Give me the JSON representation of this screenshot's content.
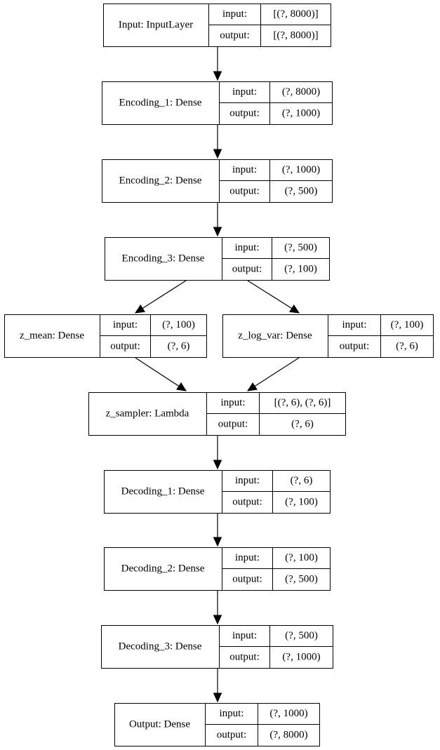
{
  "nodes": [
    {
      "id": "input",
      "name": "Input: InputLayer",
      "in_label": "input:",
      "in_value": "[(?, 8000)]",
      "out_label": "output:",
      "out_value": "[(?, 8000)]"
    },
    {
      "id": "enc1",
      "name": "Encoding_1: Dense",
      "in_label": "input:",
      "in_value": "(?, 8000)",
      "out_label": "output:",
      "out_value": "(?, 1000)"
    },
    {
      "id": "enc2",
      "name": "Encoding_2: Dense",
      "in_label": "input:",
      "in_value": "(?, 1000)",
      "out_label": "output:",
      "out_value": "(?, 500)"
    },
    {
      "id": "enc3",
      "name": "Encoding_3: Dense",
      "in_label": "input:",
      "in_value": "(?, 500)",
      "out_label": "output:",
      "out_value": "(?, 100)"
    },
    {
      "id": "zmean",
      "name": "z_mean: Dense",
      "in_label": "input:",
      "in_value": "(?, 100)",
      "out_label": "output:",
      "out_value": "(?, 6)"
    },
    {
      "id": "zlogvar",
      "name": "z_log_var: Dense",
      "in_label": "input:",
      "in_value": "(?, 100)",
      "out_label": "output:",
      "out_value": "(?, 6)"
    },
    {
      "id": "zsampler",
      "name": "z_sampler: Lambda",
      "in_label": "input:",
      "in_value": "[(?, 6), (?, 6)]",
      "out_label": "output:",
      "out_value": "(?, 6)"
    },
    {
      "id": "dec1",
      "name": "Decoding_1: Dense",
      "in_label": "input:",
      "in_value": "(?, 6)",
      "out_label": "output:",
      "out_value": "(?, 100)"
    },
    {
      "id": "dec2",
      "name": "Decoding_2: Dense",
      "in_label": "input:",
      "in_value": "(?, 100)",
      "out_label": "output:",
      "out_value": "(?, 500)"
    },
    {
      "id": "dec3",
      "name": "Decoding_3: Dense",
      "in_label": "input:",
      "in_value": "(?, 500)",
      "out_label": "output:",
      "out_value": "(?, 1000)"
    },
    {
      "id": "output",
      "name": "Output: Dense",
      "in_label": "input:",
      "in_value": "(?, 1000)",
      "out_label": "output:",
      "out_value": "(?, 8000)"
    }
  ],
  "edges": [
    {
      "from": "input",
      "to": "enc1"
    },
    {
      "from": "enc1",
      "to": "enc2"
    },
    {
      "from": "enc2",
      "to": "enc3"
    },
    {
      "from": "enc3",
      "to": "zmean"
    },
    {
      "from": "enc3",
      "to": "zlogvar"
    },
    {
      "from": "zmean",
      "to": "zsampler"
    },
    {
      "from": "zlogvar",
      "to": "zsampler"
    },
    {
      "from": "zsampler",
      "to": "dec1"
    },
    {
      "from": "dec1",
      "to": "dec2"
    },
    {
      "from": "dec2",
      "to": "dec3"
    },
    {
      "from": "dec3",
      "to": "output"
    }
  ]
}
